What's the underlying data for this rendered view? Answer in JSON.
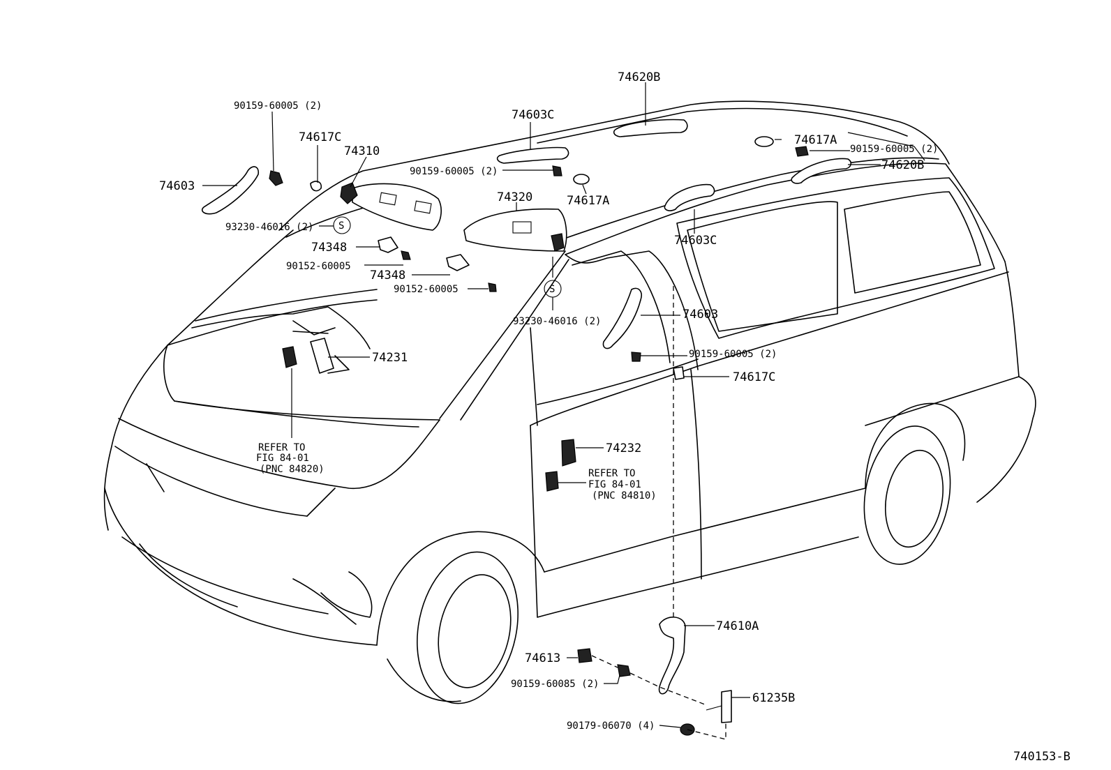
{
  "diagram_id": "740153-B",
  "labels": {
    "p74620B_top": "74620B",
    "p74603C_top": "74603C",
    "p90159_a": "90159-60005 (2)",
    "p74617C_a": "74617C",
    "p74310": "74310",
    "p74603_left": "74603",
    "p74617A_mid": "74617A",
    "p74320": "74320",
    "p93230_a": "93230-46016 (2)",
    "p74348_a": "74348",
    "p90152_a": "90152-60005",
    "p74348_b": "74348",
    "p90152_b": "90152-60005",
    "p93230_b": "93230-46016 (2)",
    "p90159_b": "90159-60005 (2)",
    "p74617A_right": "74617A",
    "p90159_c": "90159-60005 (2)",
    "p74620B_right": "74620B",
    "p74603C_right": "74603C",
    "p74603_right": "74603",
    "p90159_d": "90159-60005 (2)",
    "p74617C_b": "74617C",
    "p74231": "74231",
    "p74232": "74232",
    "p74610A": "74610A",
    "p74613": "74613",
    "p90159_e": "90159-60085 (2)",
    "p61235B": "61235B",
    "p90179": "90179-06070 (4)",
    "s_a": "S",
    "s_b": "S"
  },
  "refs": {
    "left": [
      "REFER TO",
      "FIG 84-01",
      "(PNC 84820)"
    ],
    "right": [
      "REFER TO",
      "FIG 84-01",
      "(PNC 84810)"
    ]
  }
}
